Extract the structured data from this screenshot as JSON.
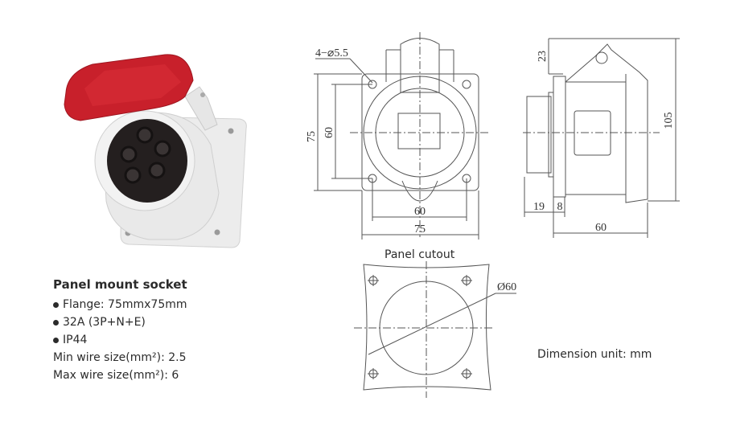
{
  "product": {
    "title": "Panel mount socket",
    "bullets": [
      "Flange: 75mmx75mm",
      "32A (3P+N+E)",
      "IP44"
    ],
    "specs": [
      "Min wire size(mm²): 2.5",
      "Max wire size(mm²): 6"
    ],
    "colors": {
      "cover": "#c8202b",
      "body": "#e8e8e8",
      "insert": "#2a2626"
    }
  },
  "front_view": {
    "hole_label": "4−⌀5.5",
    "dim_height_outer": "75",
    "dim_height_inner": "60",
    "dim_width_inner": "60",
    "dim_width_outer": "75"
  },
  "side_view": {
    "dim_top": "23",
    "dim_total_height": "105",
    "dim_plug_depth": "19",
    "dim_flange": "8",
    "dim_body_depth": "60"
  },
  "panel_cutout": {
    "title": "Panel cutout",
    "diameter_label": "Ø60"
  },
  "footer": {
    "unit_note": "Dimension unit: mm"
  }
}
